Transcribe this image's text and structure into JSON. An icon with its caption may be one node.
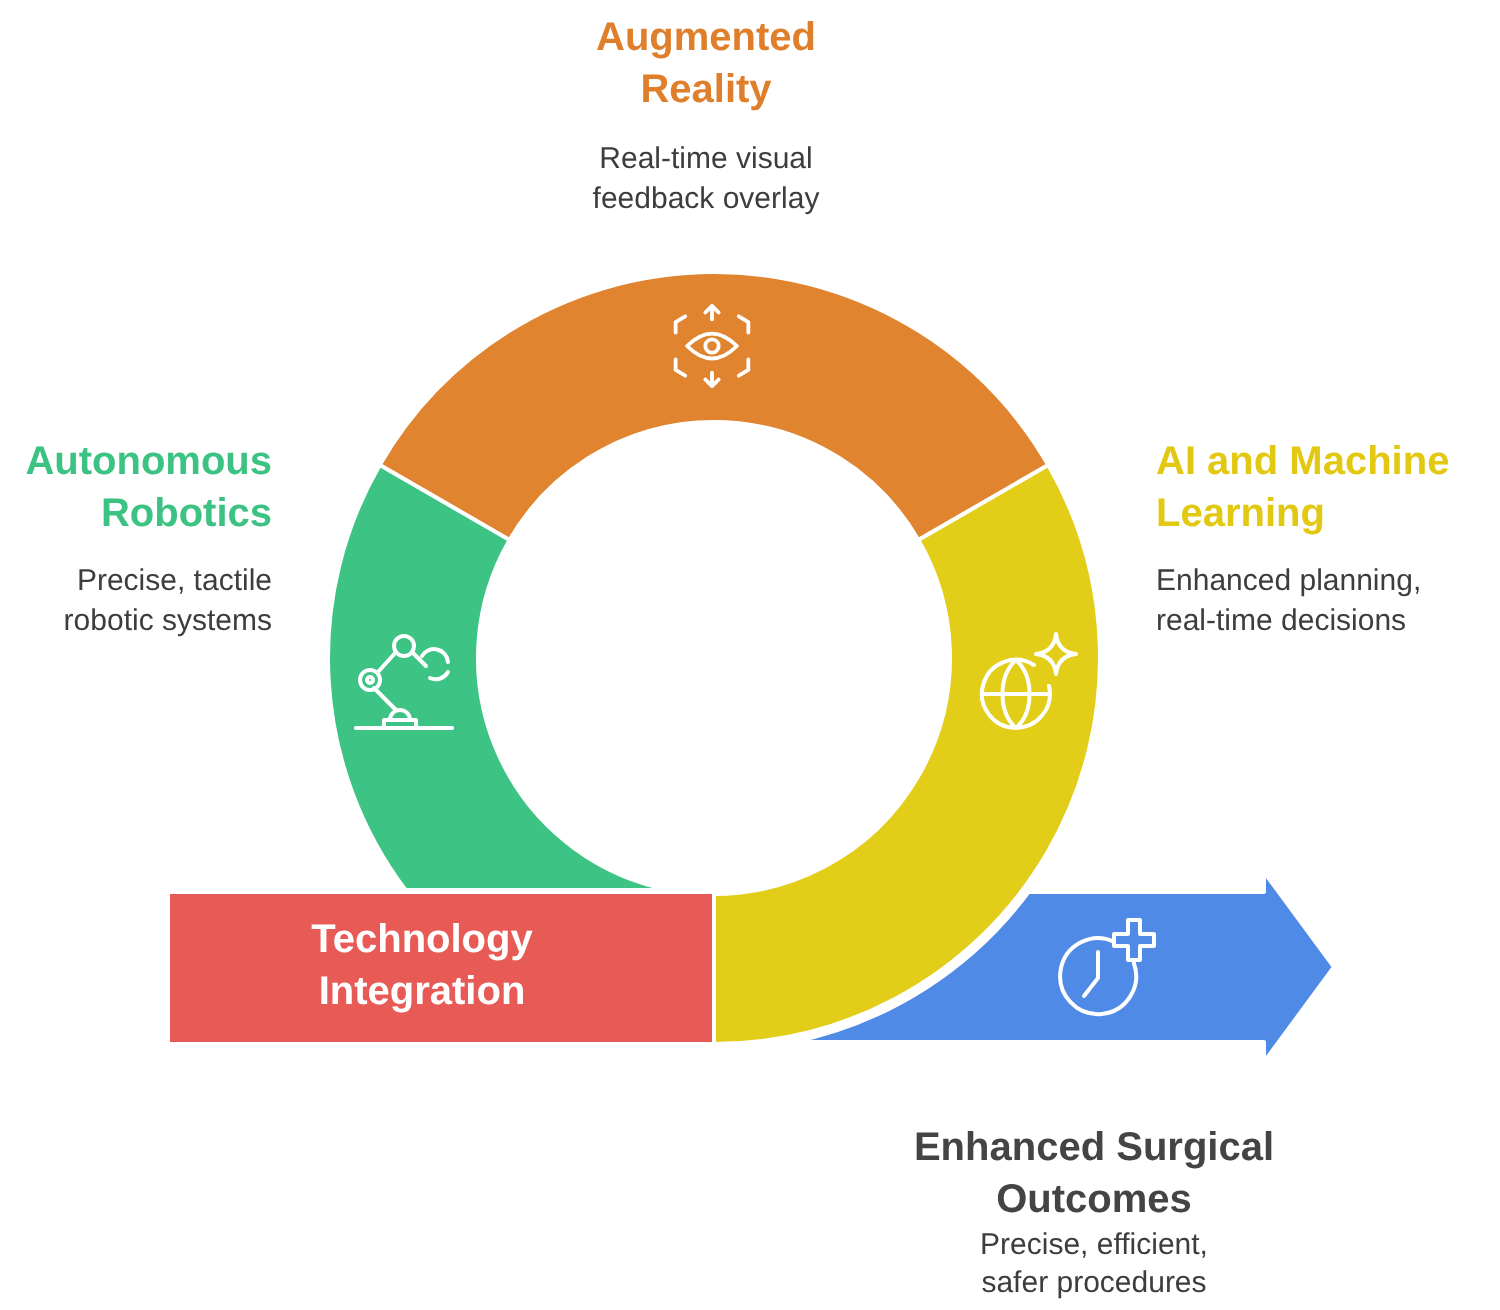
{
  "diagram": {
    "nodes": [
      {
        "text": [
          "Augmented Reality",
          "Real-time visual feedback overlay"
        ]
      },
      {
        "text": [
          "Autonomous Robotics",
          "Precise, tactile robotic systems"
        ]
      },
      {
        "text": [
          "AI and Machine Learning",
          "Enhanced planning, real-time decisions"
        ]
      },
      {
        "text": [
          "Technology Integration"
        ]
      },
      {
        "text": [
          "Enhanced Surgical Outcomes",
          "Precise, efficient, safer procedures"
        ]
      }
    ]
  }
}
